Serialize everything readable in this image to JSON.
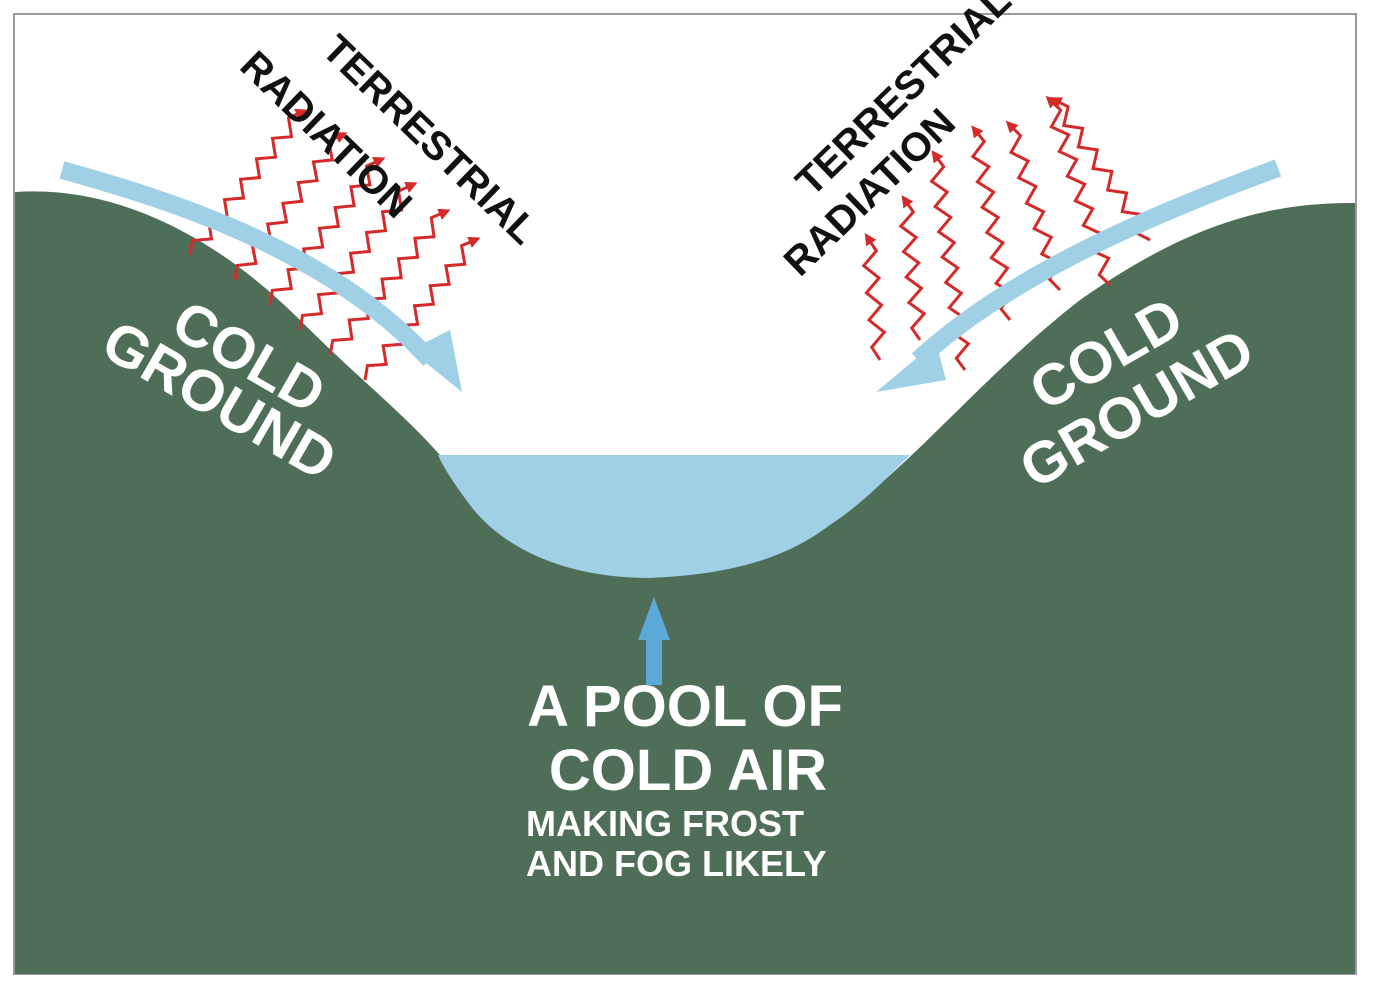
{
  "labels": {
    "left_radiation_line1": "TERRESTRIAL",
    "left_radiation_line2": "RADIATION",
    "right_radiation_line1": "TERRESTRIAL",
    "right_radiation_line2": "RADIATION",
    "left_ground_line1": "COLD",
    "left_ground_line2": "GROUND",
    "right_ground_line1": "COLD",
    "right_ground_line2": "GROUND",
    "pool_line1": "A POOL OF",
    "pool_line2": "COLD AIR",
    "pool_sub_line1": "MAKING FROST",
    "pool_sub_line2": "AND FOG LIKELY"
  },
  "colors": {
    "ground": "#4f6e58",
    "cold_air": "#9fd0e6",
    "radiation": "#d42a2a",
    "label_dark": "#111111",
    "label_light": "#ffffff",
    "frame_border": "#9a9a9a"
  },
  "icons": {
    "radiation_arrow": "zigzag-arrow-icon",
    "airflow_arrow": "curved-arrow-icon",
    "pointer_arrow": "up-arrow-icon"
  }
}
